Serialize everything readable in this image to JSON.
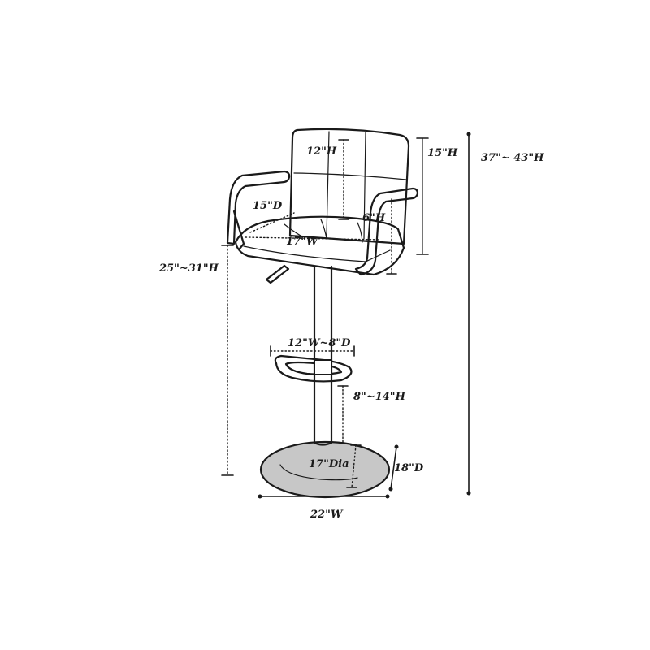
{
  "dimensions": {
    "overall_height": "37\"~ 43\"H",
    "seat_height": "25\"~31\"H",
    "back_height": "15\"H",
    "back_panel_height": "12\"H",
    "seat_depth": "15\"D",
    "seat_width": "17\"W",
    "arm_height": "6\"H",
    "footrest": "12\"W~8\"D",
    "footrest_height": "8\"~14\"H",
    "base_diameter": "17\"Dia",
    "base_depth": "18\"D",
    "overall_width": "22\"W"
  },
  "colors": {
    "line": "#1a1a1a",
    "base_fill": "#c7c7c7",
    "background": "#ffffff"
  }
}
